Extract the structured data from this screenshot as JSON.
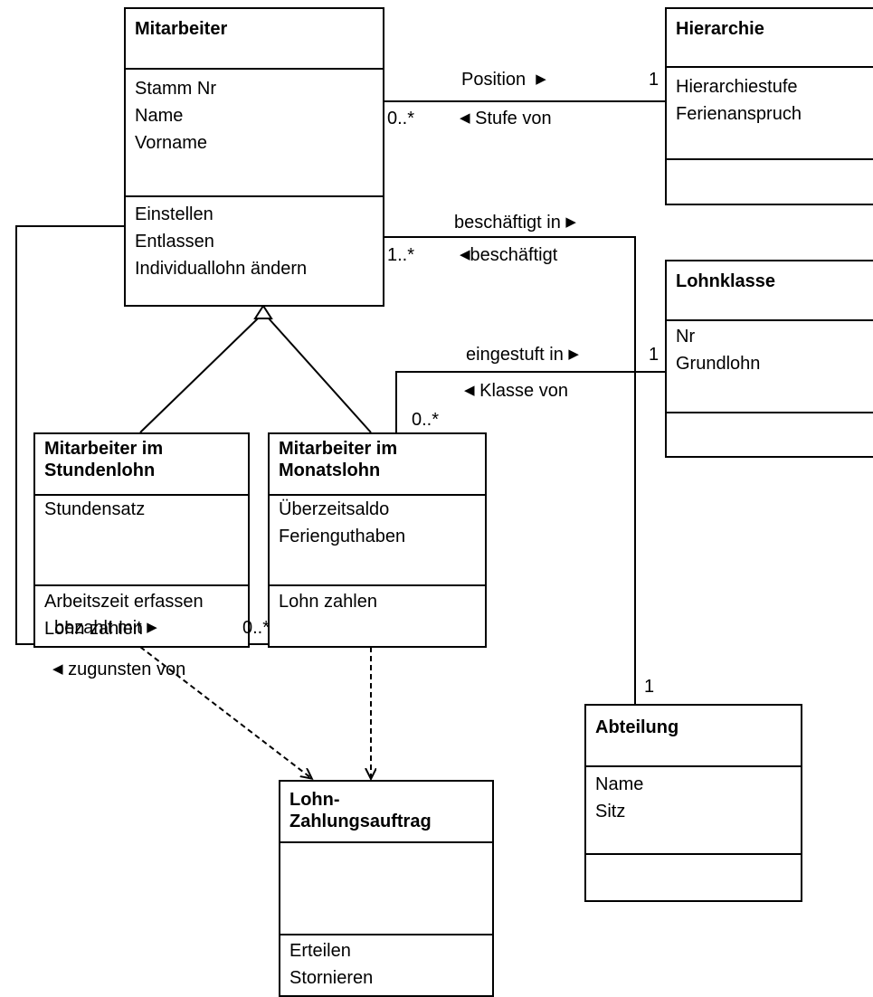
{
  "classes": {
    "mitarbeiter": {
      "name": "Mitarbeiter",
      "attributes": [
        "Stamm Nr",
        "Name",
        "Vorname"
      ],
      "operations": [
        "Einstellen",
        "Entlassen",
        "Individuallohn ändern"
      ]
    },
    "hierarchie": {
      "name": "Hierarchie",
      "attributes": [
        "Hierarchiestufe",
        "Ferienanspruch"
      ],
      "operations": []
    },
    "lohnklasse": {
      "name": "Lohnklasse",
      "attributes": [
        "Nr",
        "Grundlohn"
      ],
      "operations": []
    },
    "stundenlohn": {
      "name_line1": "Mitarbeiter im",
      "name_line2": "Stundenlohn",
      "attributes": [
        "Stundensatz"
      ],
      "operations": [
        "Arbeitszeit erfassen",
        "Lohn zahlen"
      ]
    },
    "monatslohn": {
      "name_line1": "Mitarbeiter im",
      "name_line2": "Monatslohn",
      "attributes": [
        "Überzeitsaldo",
        "Ferienguthaben"
      ],
      "operations": [
        "Lohn zahlen"
      ]
    },
    "abteilung": {
      "name": "Abteilung",
      "attributes": [
        "Name",
        "Sitz"
      ],
      "operations": []
    },
    "auftrag": {
      "name_line1": "Lohn-",
      "name_line2": "Zahlungsauftrag",
      "attributes": [],
      "operations": [
        "Erteilen",
        "Stornieren"
      ]
    }
  },
  "associations": {
    "position": {
      "forward": "Position",
      "reverse": "Stufe von",
      "mult_source": "0..*",
      "mult_target": "1"
    },
    "beschaeftigt": {
      "forward": "beschäftigt in",
      "reverse": "beschäftigt",
      "mult_source": "1..*",
      "mult_target": "1"
    },
    "eingestuft": {
      "forward": "eingestuft in",
      "reverse": "Klasse von",
      "mult_source": "0..*",
      "mult_target": "1"
    },
    "bezahlt": {
      "forward": "bezahlt mit",
      "reverse": "zugunsten von",
      "mult_target": "0..*"
    }
  },
  "glyphs": {
    "arrow_right": "▶",
    "arrow_left": "◀"
  }
}
